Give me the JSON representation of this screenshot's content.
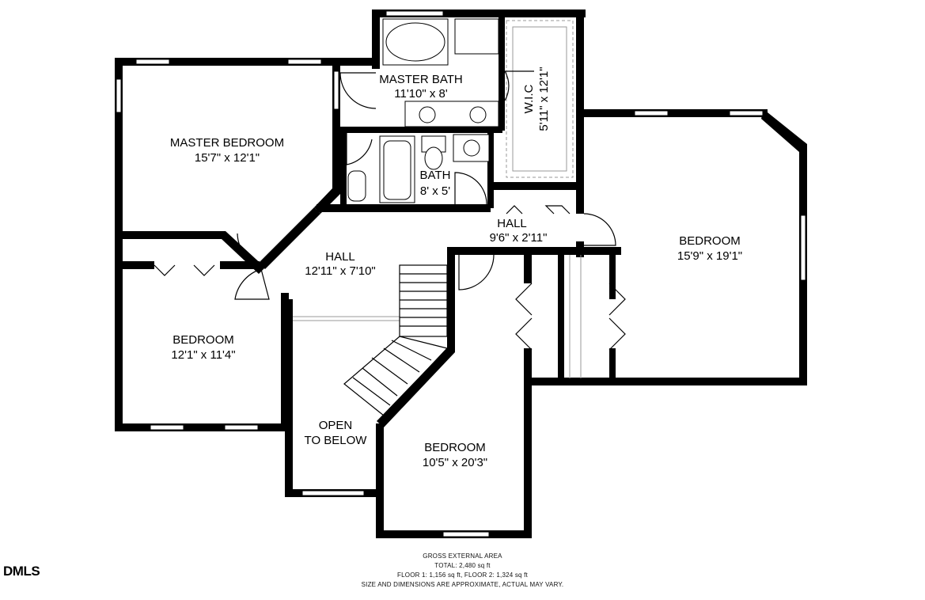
{
  "rooms": {
    "master_bedroom": {
      "name": "MASTER BEDROOM",
      "dims": "15'7\" x 12'1\""
    },
    "master_bath": {
      "name": "MASTER BATH",
      "dims": "11'10\" x 8'"
    },
    "wic": {
      "name": "W.I.C",
      "dims": "5'11\" x 12'1\""
    },
    "bath": {
      "name": "BATH",
      "dims": "8' x 5'"
    },
    "hall_upper": {
      "name": "HALL",
      "dims": "9'6\" x 2'11\""
    },
    "hall_main": {
      "name": "HALL",
      "dims": "12'11\" x 7'10\""
    },
    "bedroom_east": {
      "name": "BEDROOM",
      "dims": "15'9\" x 19'1\""
    },
    "bedroom_west": {
      "name": "BEDROOM",
      "dims": "12'1\" x 11'4\""
    },
    "bedroom_south": {
      "name": "BEDROOM",
      "dims": "10'5\" x 20'3\""
    },
    "open_below": {
      "line1": "OPEN",
      "line2": "TO BELOW"
    }
  },
  "footer": {
    "line1": "GROSS EXTERNAL AREA",
    "line2": "TOTAL: 2,480 sq ft",
    "line3": "FLOOR 1: 1,156 sq ft,  FLOOR 2: 1,324 sq ft",
    "line4": "SIZE AND DIMENSIONS ARE APPROXIMATE, ACTUAL MAY VARY."
  },
  "logo": {
    "text": "DMLS"
  }
}
